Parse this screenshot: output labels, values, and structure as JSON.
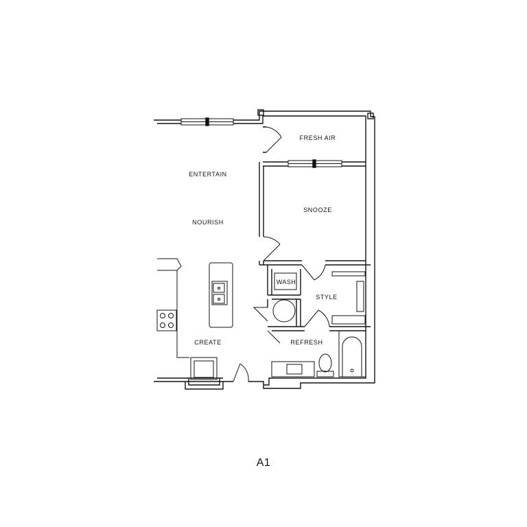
{
  "plan": {
    "unit_name": "A1",
    "rooms": {
      "fresh_air": "FRESH AIR",
      "entertain": "ENTERTAIN",
      "snooze": "SNOOZE",
      "nourish": "NOURISH",
      "wash": "WASH",
      "style": "STYLE",
      "create": "CREATE",
      "refresh": "REFRESH"
    }
  }
}
